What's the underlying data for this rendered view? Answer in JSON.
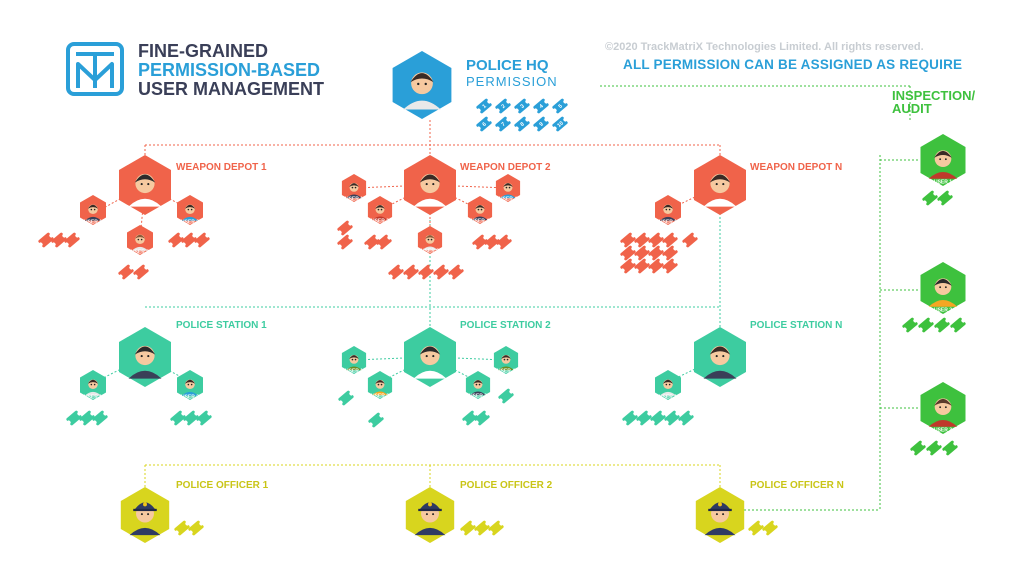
{
  "brand": {
    "line1": "FINE-GRAINED",
    "line2": "PERMISSION-BASED",
    "line3": "USER MANAGEMENT",
    "logo_icon": "tm-logo-icon"
  },
  "copyright": "©2020 TrackMatriX Technologies Limited. All rights reserved.",
  "permission_note": "ALL PERMISSION CAN BE ASSIGNED AS REQUIRE",
  "hq": {
    "title": "POLICE HQ",
    "subtitle": "PERMISSION",
    "tickets": [
      "1",
      "2",
      "3",
      "4",
      "5",
      "6",
      "7",
      "8",
      "9",
      "10"
    ]
  },
  "audit": {
    "title_line1": "INSPECTION/",
    "title_line2": "AUDIT"
  },
  "depots": [
    {
      "label": "WEAPON DEPOT 1"
    },
    {
      "label": "WEAPON DEPOT 2"
    },
    {
      "label": "WEAPON DEPOT N"
    }
  ],
  "stations": [
    {
      "label": "POLICE STATION 1"
    },
    {
      "label": "POLICE STATION 2"
    },
    {
      "label": "POLICE STATION N"
    }
  ],
  "officers": [
    {
      "label": "POLICE OFFICER 1"
    },
    {
      "label": "POLICE OFFICER 2"
    },
    {
      "label": "POLICE OFFICER N"
    }
  ],
  "user_labels": {
    "user1": "USER 1",
    "user2": "USER 2",
    "user3": "USER 3",
    "user4": "USER 4"
  },
  "colors": {
    "blue": "#2a9fd8",
    "red": "#f0634a",
    "teal": "#3dcca0",
    "yellow": "#d8d51e",
    "green": "#3ec13e",
    "dark": "#3a3f58"
  }
}
